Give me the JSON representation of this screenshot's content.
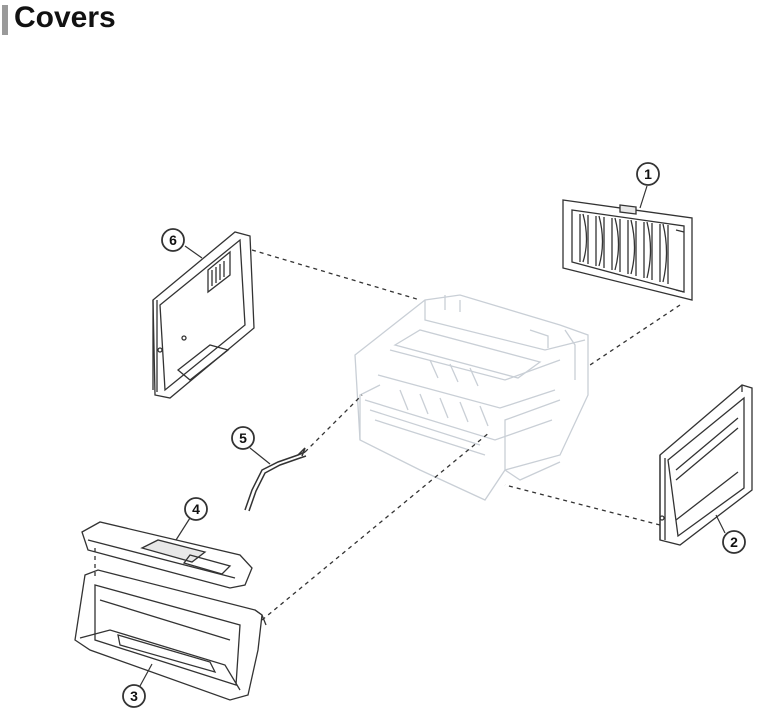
{
  "title": "Covers",
  "colors": {
    "accent_bar": "#9a9a9a",
    "frame_line": "#c9cfd6",
    "part_line": "#333333"
  },
  "callouts": [
    {
      "id": "c1",
      "label": "1"
    },
    {
      "id": "c2",
      "label": "2"
    },
    {
      "id": "c3",
      "label": "3"
    },
    {
      "id": "c4",
      "label": "4"
    },
    {
      "id": "c5",
      "label": "5"
    },
    {
      "id": "c6",
      "label": "6"
    }
  ]
}
